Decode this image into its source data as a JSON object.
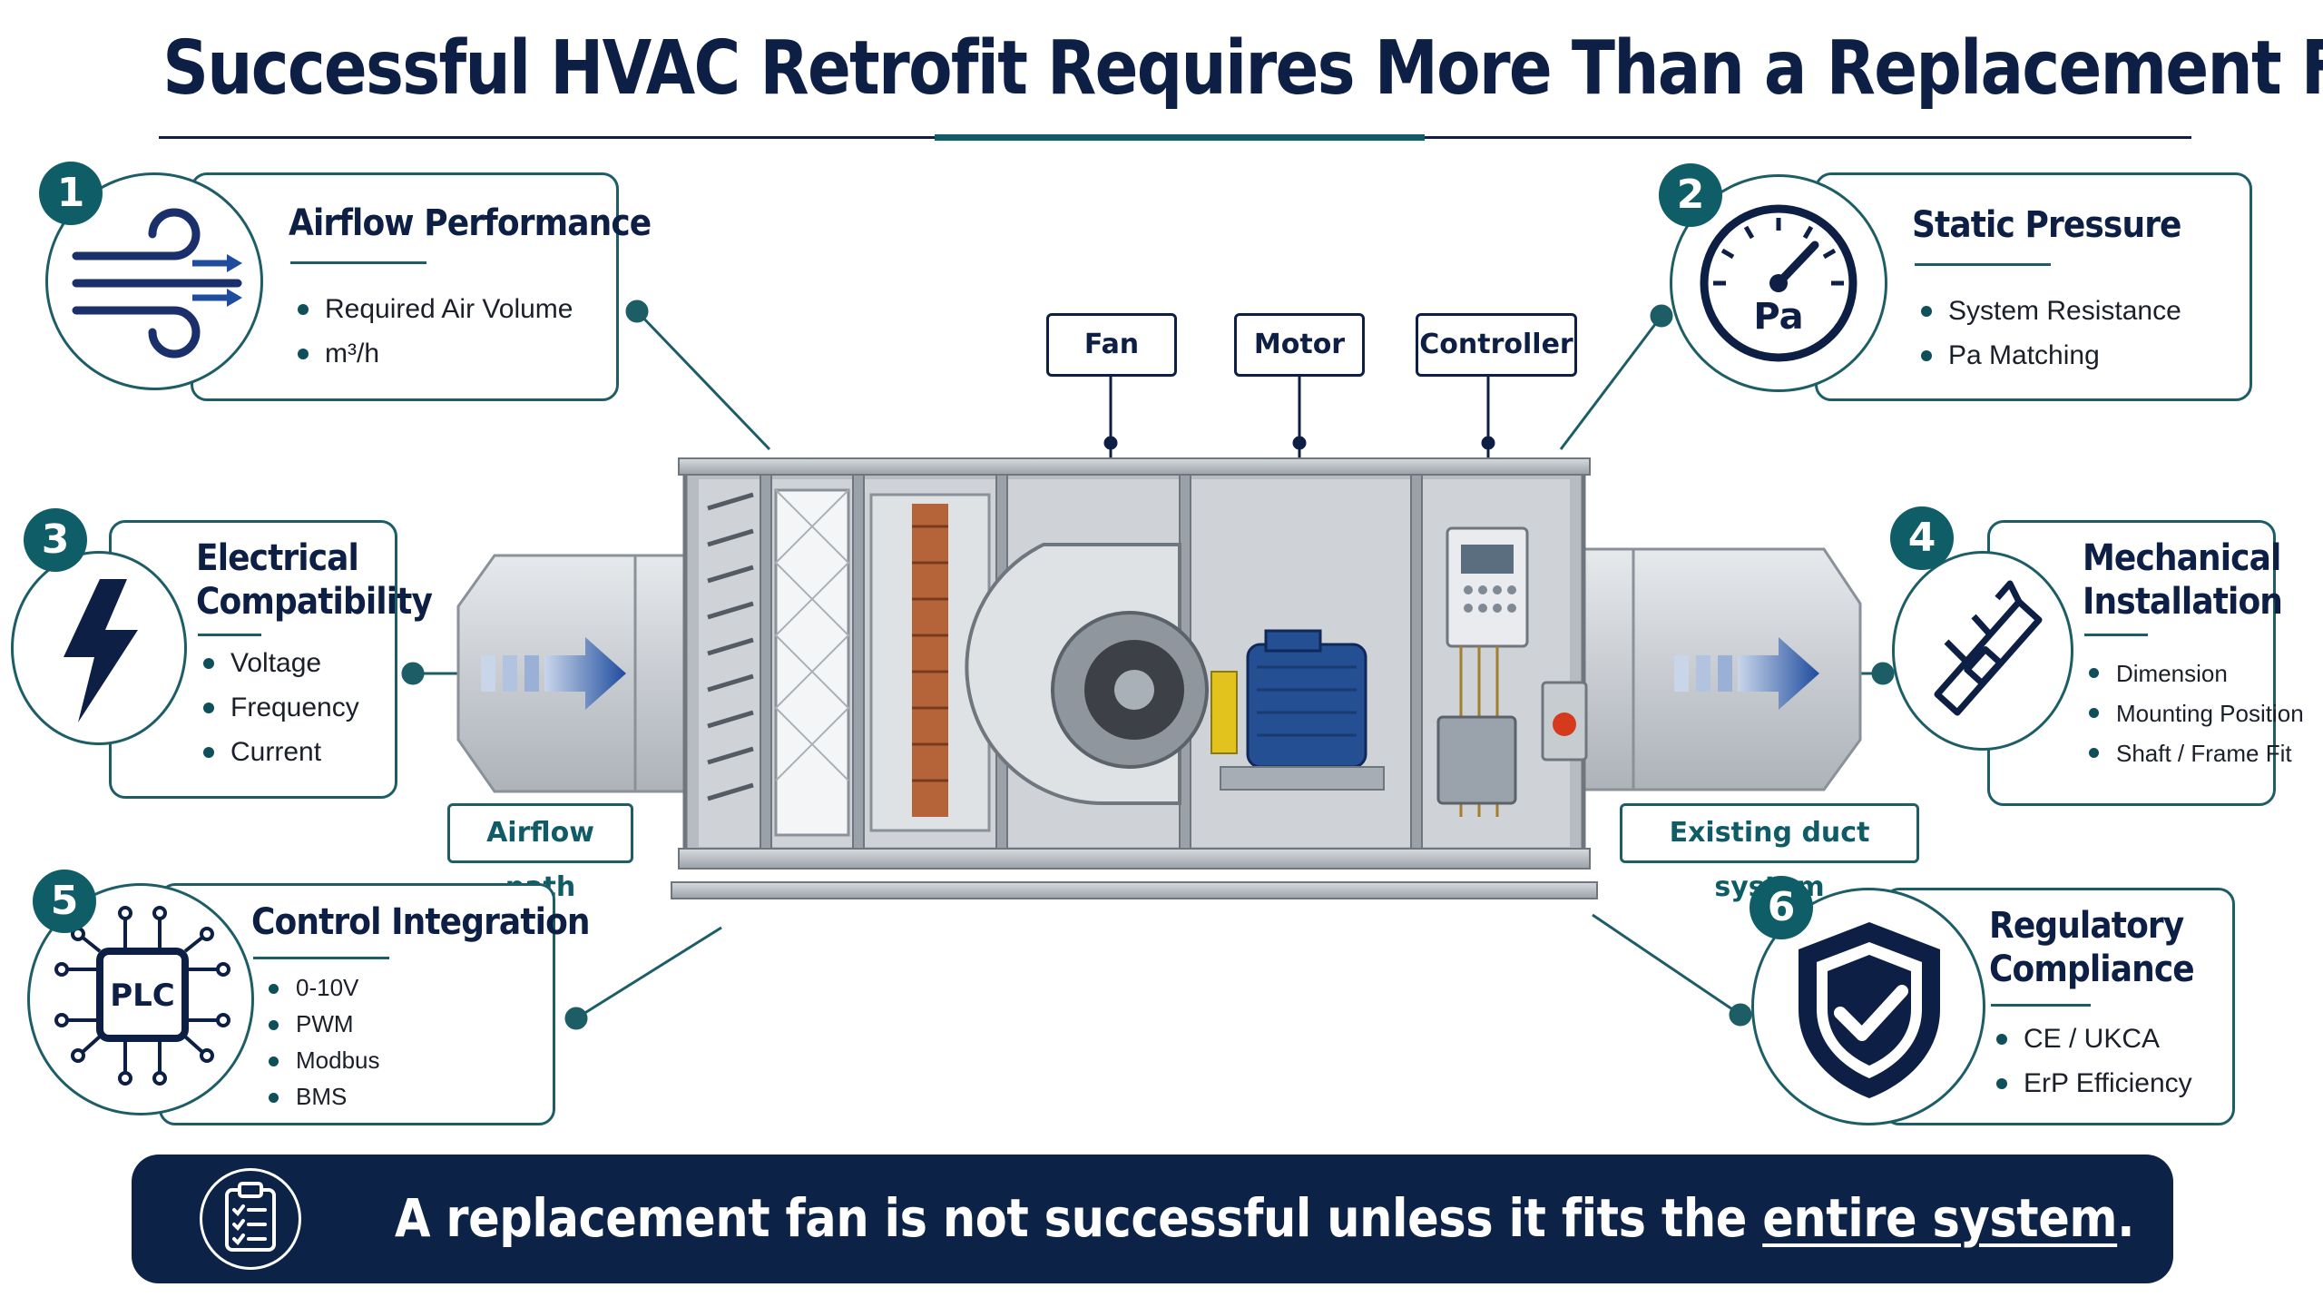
{
  "title": "Successful HVAC Retrofit Requires More Than a Replacement Fan",
  "colors": {
    "navy": "#0d1f44",
    "teal": "#0f5e67",
    "accent_blue": "#1f4c9e"
  },
  "factors": [
    {
      "number": "1",
      "title": "Airflow Performance",
      "icon": "airflow-icon",
      "bullets": [
        "Required Air Volume",
        "m³/h"
      ]
    },
    {
      "number": "2",
      "title": "Static Pressure",
      "icon": "pressure-gauge-icon",
      "icon_text": "Pa",
      "bullets": [
        "System Resistance",
        "Pa Matching"
      ]
    },
    {
      "number": "3",
      "title_lines": [
        "Electrical",
        "Compatibility"
      ],
      "icon": "lightning-bolt-icon",
      "bullets": [
        "Voltage",
        "Frequency",
        "Current"
      ]
    },
    {
      "number": "4",
      "title_lines": [
        "Mechanical",
        "Installation"
      ],
      "icon": "caliper-icon",
      "bullets": [
        "Dimension",
        "Mounting Position",
        "Shaft / Frame Fit"
      ]
    },
    {
      "number": "5",
      "title": "Control Integration",
      "icon": "plc-chip-icon",
      "icon_text": "PLC",
      "bullets": [
        "0-10V",
        "PWM",
        "Modbus",
        "BMS"
      ]
    },
    {
      "number": "6",
      "title_lines": [
        "Regulatory",
        "Compliance"
      ],
      "icon": "shield-check-icon",
      "bullets": [
        "CE / UKCA",
        "ErP Efficiency"
      ]
    }
  ],
  "component_labels": {
    "fan": "Fan",
    "motor": "Motor",
    "controller": "Controller"
  },
  "tags": {
    "airflow_path": "Airflow path",
    "existing_duct": "Existing duct system"
  },
  "banner": {
    "icon": "clipboard-checklist-icon",
    "text_before": "A replacement fan is not successful unless it fits the ",
    "text_emphasis": "entire system",
    "text_after": "."
  }
}
